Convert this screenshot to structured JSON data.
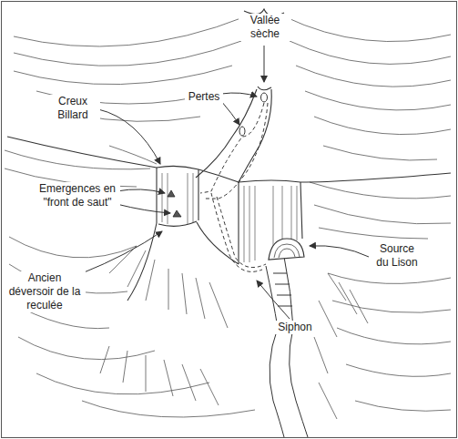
{
  "diagram": {
    "labels": [
      "Vallée sèche",
      "Pertes",
      "Creux Billard",
      "Emergences en \"front de saut\"",
      "Ancien déversoir de la reculée",
      "Source du Lison",
      "Siphon"
    ]
  }
}
